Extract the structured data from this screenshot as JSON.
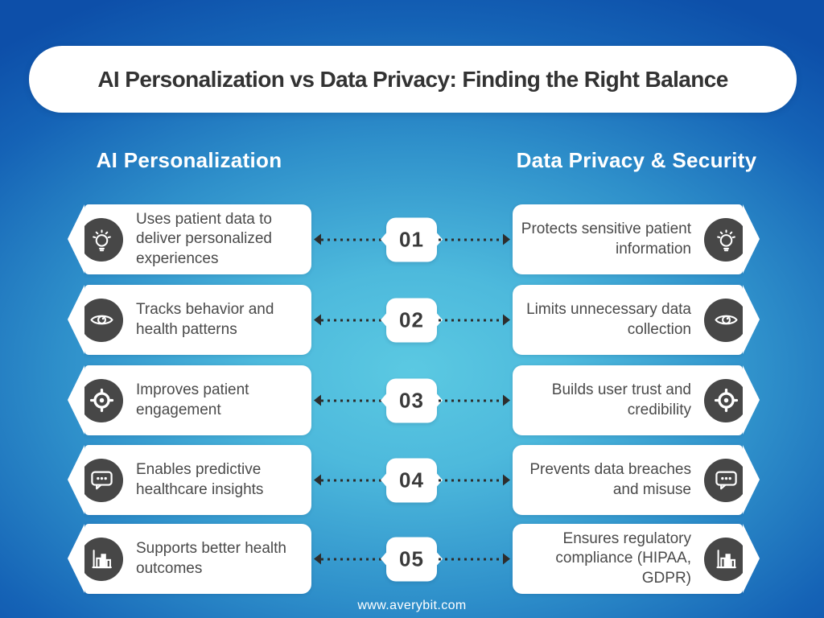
{
  "header": {
    "title": "AI Personalization vs Data Privacy: Finding the Right Balance"
  },
  "columns": {
    "left": "AI Personalization",
    "right": "Data Privacy & Security"
  },
  "rows": [
    {
      "number": "01",
      "icon": "lightbulb-icon",
      "left": "Uses patient data to deliver personalized experiences",
      "right": "Protects sensitive patient information"
    },
    {
      "number": "02",
      "icon": "eye-icon",
      "left": "Tracks behavior and health patterns",
      "right": "Limits unnecessary data collection"
    },
    {
      "number": "03",
      "icon": "target-icon",
      "left": "Improves patient engagement",
      "right": "Builds user trust and credibility"
    },
    {
      "number": "04",
      "icon": "chat-icon",
      "left": "Enables predictive healthcare insights",
      "right": "Prevents data breaches and misuse"
    },
    {
      "number": "05",
      "icon": "bar-chart-icon",
      "left": "Supports better health outcomes",
      "right": "Ensures regulatory compliance (HIPAA, GDPR)"
    }
  ],
  "footer": {
    "website": "www.averybit.com"
  },
  "colors": {
    "background_center": "#5bc9e2",
    "background_edge": "#0d4fa9",
    "card_background": "#ffffff",
    "icon_circle": "#474747",
    "body_text": "#4a4a4a",
    "title_text": "#333333",
    "arrow": "#2d2d2d",
    "header_text": "#ffffff"
  }
}
